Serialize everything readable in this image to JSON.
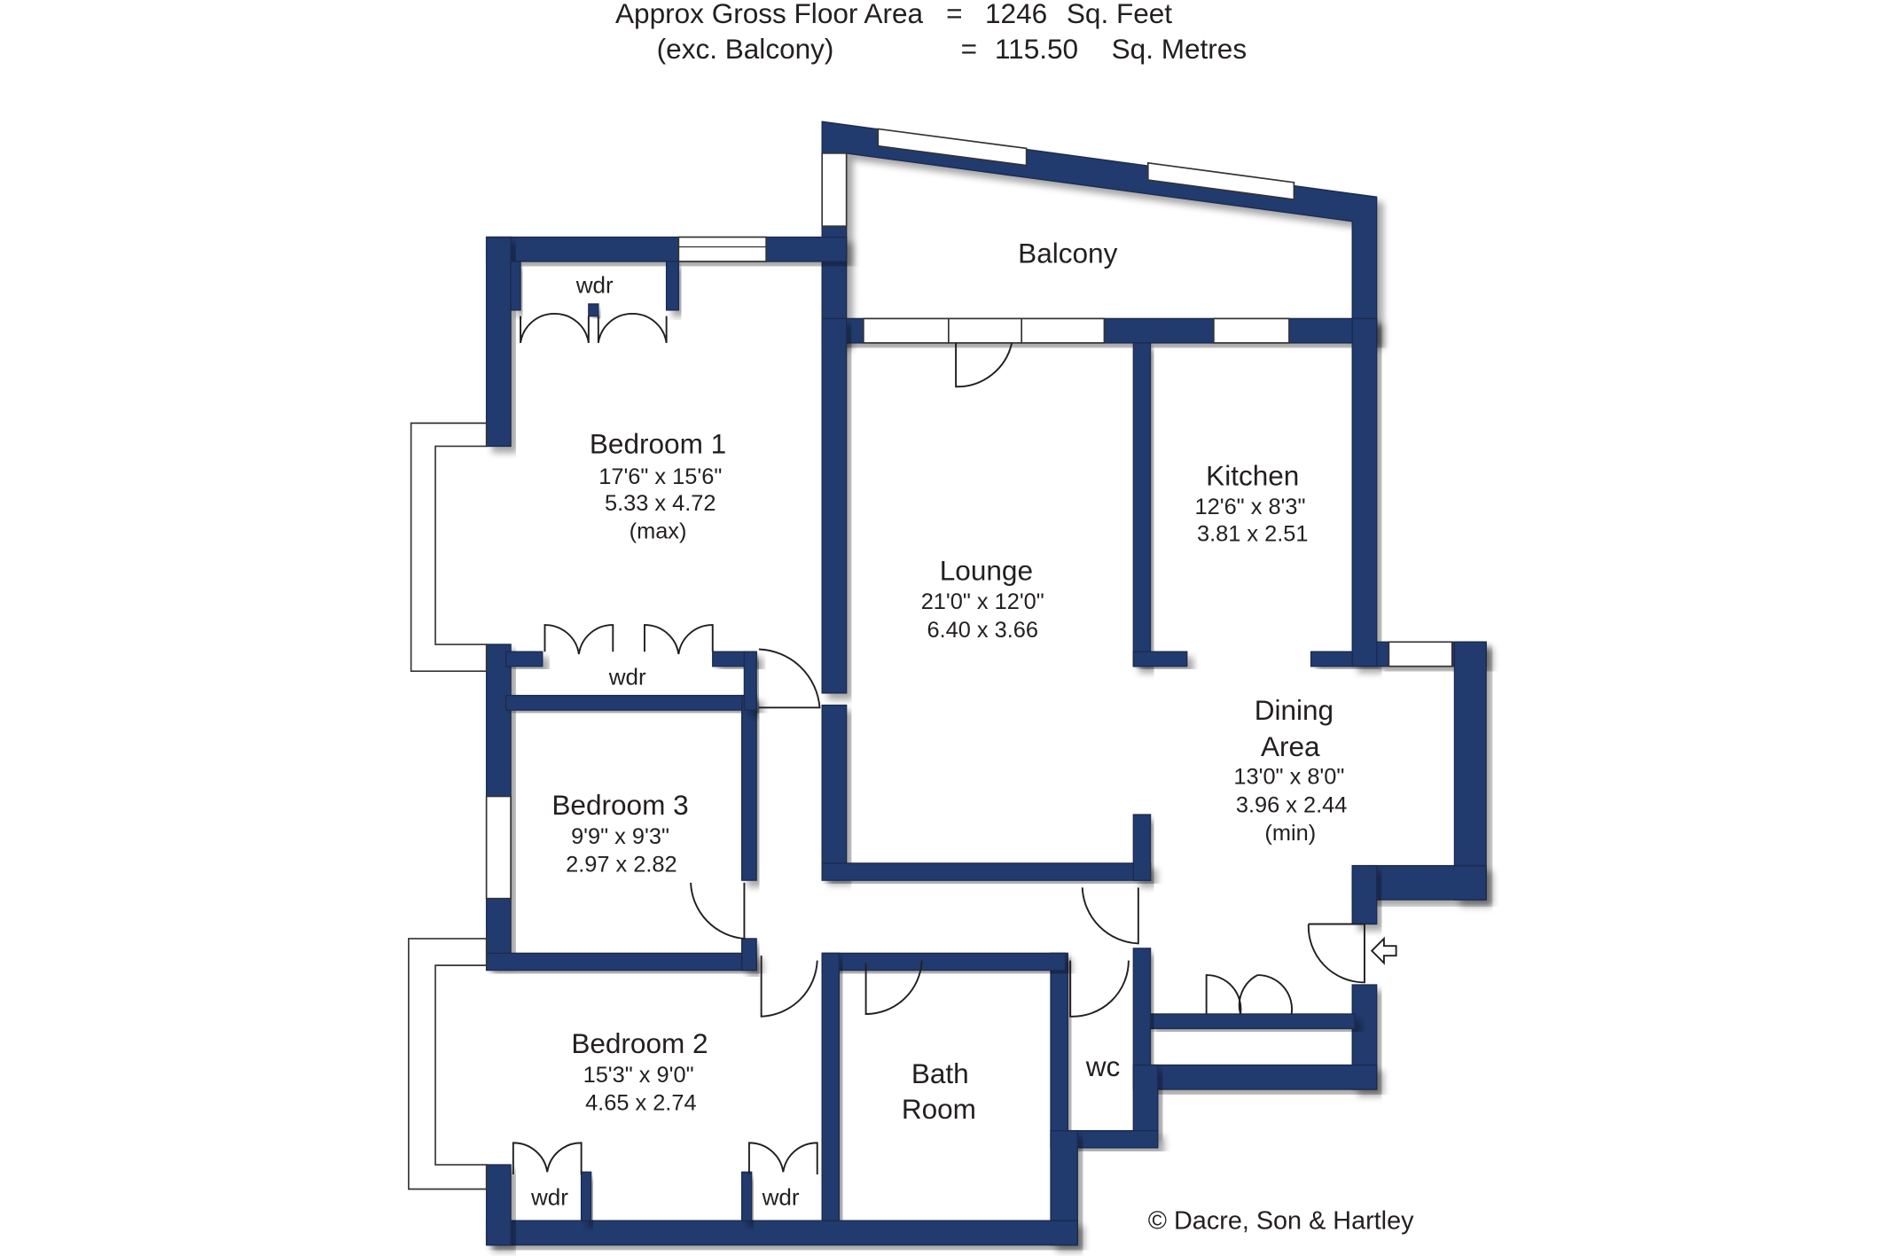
{
  "header": {
    "line1_label": "Approx Gross Floor Area",
    "line1_eq": "=",
    "line1_value": "1246",
    "line1_unit": "Sq. Feet",
    "line2_label": "(exc. Balcony)",
    "line2_eq": "=",
    "line2_value": "115.50",
    "line2_unit": "Sq. Metres"
  },
  "rooms": {
    "balcony": {
      "name": "Balcony"
    },
    "bedroom1": {
      "name": "Bedroom 1",
      "imperial": "17'6\"  x  15'6\"",
      "metric": "5.33  x  4.72",
      "note": "(max)"
    },
    "lounge": {
      "name": "Lounge",
      "imperial": "21'0\"  x  12'0\"",
      "metric": "6.40  x  3.66"
    },
    "kitchen": {
      "name": "Kitchen",
      "imperial": "12'6\"  x   8'3\"",
      "metric": "3.81  x  2.51"
    },
    "dining": {
      "name_line1": "Dining",
      "name_line2": "Area",
      "imperial": "13'0\"  x   8'0\"",
      "metric": "3.96  x  2.44",
      "note": "(min)"
    },
    "bedroom3": {
      "name": "Bedroom 3",
      "imperial": "9'9\"   x   9'3\"",
      "metric": "2.97  x  2.82"
    },
    "bedroom2": {
      "name": "Bedroom 2",
      "imperial": "15'3\"  x   9'0\"",
      "metric": "4.65  x  2.74"
    },
    "bathroom": {
      "name_line1": "Bath",
      "name_line2": "Room"
    },
    "wc": {
      "name": "wc"
    }
  },
  "wardrobes": {
    "bed1_top": "wdr",
    "bed1_bottom": "wdr",
    "bed2_left": "wdr",
    "bed2_right": "wdr"
  },
  "footer": {
    "copyright": "© Dacre, Son & Hartley"
  },
  "colors": {
    "wall": "#233a6e",
    "text": "#231f20",
    "background": "#ffffff"
  },
  "icons": {
    "entrance": "entrance-arrow-icon"
  }
}
